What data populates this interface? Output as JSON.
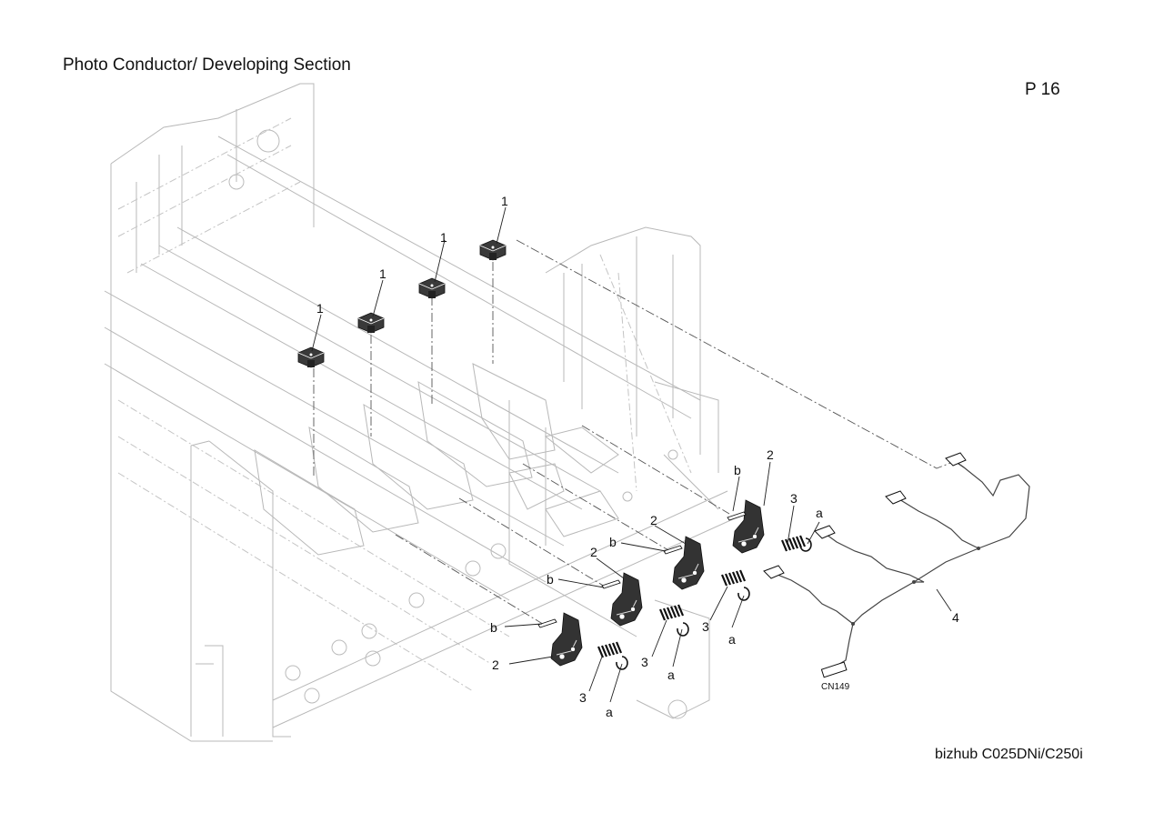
{
  "page": {
    "title": "Photo Conductor/ Developing Section",
    "number": "P 16",
    "model": "bizhub C025DNi/C250i"
  },
  "callouts": {
    "part_1": "1",
    "part_2": "2",
    "part_3": "3",
    "part_4": "4",
    "ref_a": "a",
    "ref_b": "b",
    "connector": "CN149"
  }
}
